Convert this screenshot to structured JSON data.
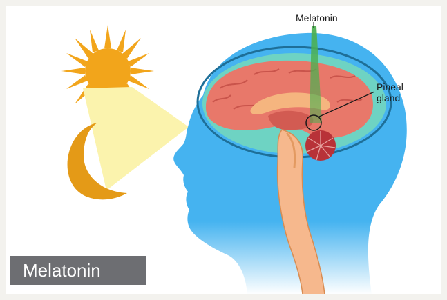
{
  "labels": {
    "melatonin": "Melatonin",
    "pineal_line1": "Pineal",
    "pineal_line2": "gland"
  },
  "caption": "Melatonin",
  "colors": {
    "sun": "#f2a51b",
    "moon": "#e49a17",
    "light_beam": "#fbf3ad",
    "head": "#45b3f0",
    "brain": "#e8786a",
    "brain_dark": "#d25b52",
    "melatonin_beam": "#4caf50",
    "spinal_cord": "#f6b88d",
    "csf": "#6ed3c3",
    "caption_bg": "#6d6e72"
  },
  "icons": [
    "sun-icon",
    "moon-icon"
  ]
}
